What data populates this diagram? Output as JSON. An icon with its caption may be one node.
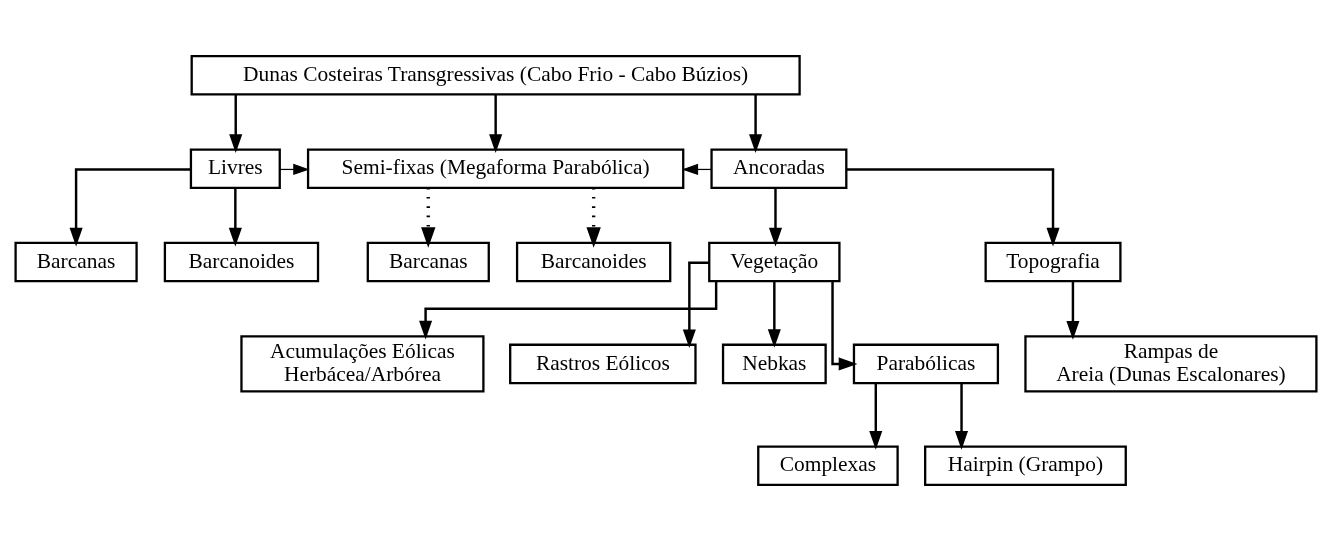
{
  "diagram": {
    "nodes": [
      {
        "text": [
          "Dunas Costeiras Transgressivas (Cabo Frio - Cabo Búzios)"
        ]
      },
      {
        "text": [
          "Livres"
        ]
      },
      {
        "text": [
          "Semi-fixas (Megaforma Parabólica)"
        ]
      },
      {
        "text": [
          "Ancoradas"
        ]
      },
      {
        "text": [
          "Barcanas"
        ]
      },
      {
        "text": [
          "Barcanoides"
        ]
      },
      {
        "text": [
          "Barcanas"
        ]
      },
      {
        "text": [
          "Barcanoides"
        ]
      },
      {
        "text": [
          "Vegetação"
        ]
      },
      {
        "text": [
          "Topografia"
        ]
      },
      {
        "text": [
          "Acumulações Eólicas Herbácea/Arbórea"
        ]
      },
      {
        "text": [
          "Rastros Eólicos"
        ]
      },
      {
        "text": [
          "Nebkas"
        ]
      },
      {
        "text": [
          "Parabólicas"
        ]
      },
      {
        "text": [
          "Rampas de Areia (Dunas Escalonares)"
        ]
      },
      {
        "text": [
          "Complexas"
        ]
      },
      {
        "text": [
          "Hairpin (Grampo)"
        ]
      }
    ],
    "edges": [
      {
        "from": 0,
        "to": 1,
        "arrow": "to"
      },
      {
        "from": 0,
        "to": 2,
        "arrow": "to"
      },
      {
        "from": 0,
        "to": 3,
        "arrow": "to"
      },
      {
        "from": 1,
        "to": 2,
        "arrow": "to"
      },
      {
        "from": 3,
        "to": 2,
        "arrow": "to"
      },
      {
        "from": 1,
        "to": 4,
        "arrow": "to"
      },
      {
        "from": 1,
        "to": 5,
        "arrow": "to"
      },
      {
        "from": 2,
        "to": 6,
        "arrow": "to",
        "style": "dashed"
      },
      {
        "from": 2,
        "to": 7,
        "arrow": "to",
        "style": "dashed"
      },
      {
        "from": 3,
        "to": 8,
        "arrow": "to"
      },
      {
        "from": 3,
        "to": 9,
        "arrow": "to"
      },
      {
        "from": 8,
        "to": 10,
        "arrow": "to"
      },
      {
        "from": 8,
        "to": 11,
        "arrow": "to"
      },
      {
        "from": 8,
        "to": 12,
        "arrow": "to"
      },
      {
        "from": 8,
        "to": 13,
        "arrow": "to"
      },
      {
        "from": 9,
        "to": 14,
        "arrow": "to"
      },
      {
        "from": 13,
        "to": 15,
        "arrow": "to"
      },
      {
        "from": 13,
        "to": 16,
        "arrow": "to"
      }
    ]
  }
}
